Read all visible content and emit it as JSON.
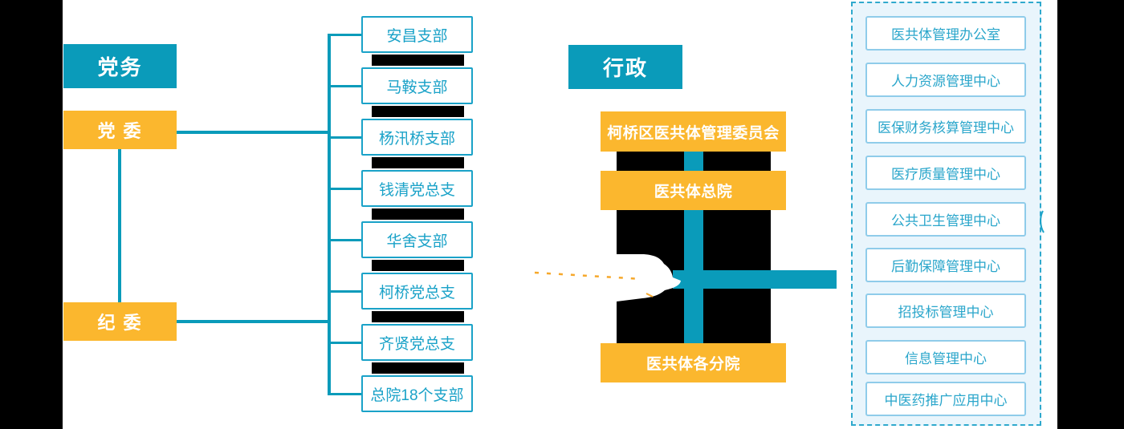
{
  "colors": {
    "teal": "#0a9bba",
    "orange": "#fbb72e",
    "branch_accent": "#1aa2c8",
    "panel_border": "#2fa9cd",
    "panel_bg": "#e9f5fc",
    "item_border": "#8fccea",
    "item_text": "#2aa6cb",
    "artifact_orange": "#f6a82b",
    "void_black": "#000000"
  },
  "party": {
    "header": "党务",
    "committee": "党 委",
    "discipline": "纪 委",
    "branches": [
      "安昌支部",
      "马鞍支部",
      "杨汛桥支部",
      "钱清党总支",
      "华舍支部",
      "柯桥党总支",
      "齐贤党总支",
      "总院18个支部"
    ]
  },
  "admin": {
    "header": "行政",
    "levels": [
      "柯桥区医共体管理委员会",
      "医共体总院",
      "医共体各分院"
    ]
  },
  "centers": {
    "items": [
      "医共体管理办公室",
      "人力资源管理中心",
      "医保财务核算管理中心",
      "医疗质量管理中心",
      "公共卫生管理中心",
      "后勤保障管理中心",
      "招投标管理中心",
      "信息管理中心",
      "中医药推广应用中心"
    ]
  }
}
